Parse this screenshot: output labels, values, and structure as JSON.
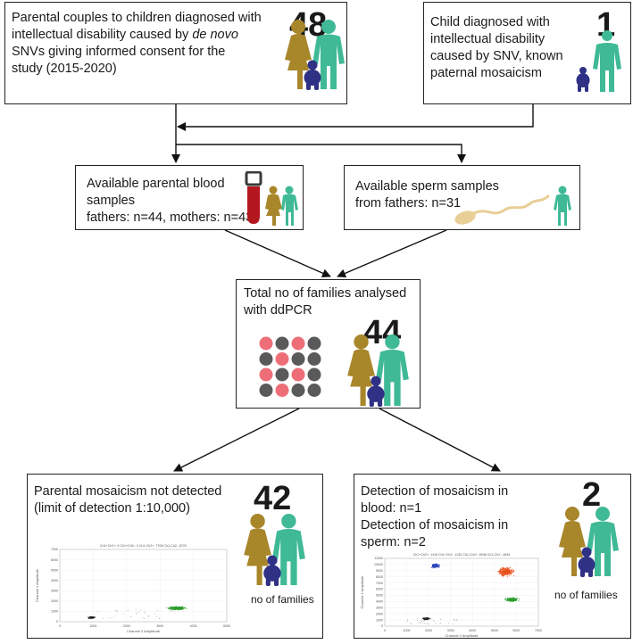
{
  "boxes": {
    "couples": {
      "line1": "Parental couples to children diagnosed with",
      "line2_pre": "intellectual disability caused  by ",
      "line2_em": "de novo",
      "line3": "SNVs giving informed consent for the",
      "line4": "study (2015-2020)",
      "count": "48"
    },
    "child": {
      "line1": "Child diagnosed with",
      "line2": "intellectual disability",
      "line3": "caused by SNV, known",
      "line4": "paternal mosaicism",
      "count": "1"
    },
    "blood": {
      "line1": "Available parental blood",
      "line2": "samples",
      "line3": "fathers: n=44, mothers: n=43"
    },
    "sperm": {
      "line1": "Available sperm samples",
      "line2": "from fathers: n=31"
    },
    "total": {
      "line1": "Total  no of families analysed",
      "line2": "with  ddPCR",
      "count": "44"
    },
    "not_detected": {
      "line1": "Parental mosaicism not detected",
      "line2": "(limit of detection 1:10,000)",
      "count": "42",
      "caption": "no of families"
    },
    "detected": {
      "line1": "Detection of mosaicism in",
      "line2": "blood: n=1",
      "line3": "Detection of mosaicism in",
      "line4": "sperm: n=2",
      "count": "2",
      "caption": "no of families"
    }
  },
  "colors": {
    "father": "#3fb996",
    "mother": "#a8862a",
    "child": "#2e3184",
    "droplet_pink": "#ee6e78",
    "droplet_grey": "#5a5a5a",
    "sperm": "#e8cf96",
    "tube_red": "#b5171f",
    "cluster_black": "#222222",
    "cluster_green": "#2e9e2e",
    "cluster_blue": "#2b44b8",
    "cluster_orange": "#e8501c"
  },
  "plots": {
    "left": {
      "header": "Ch1+Ch2+: 0  Ch1+Ch2-: 0  Ch1-Ch2+: 7706  Ch1-Ch2-: 8720",
      "xlabel": "Channel 2 Amplitude",
      "ylabel": "Channel 1 Amplitude",
      "xticks": [
        "0",
        "1000",
        "2000",
        "3000",
        "4000",
        "5000"
      ],
      "yticks": [
        "0",
        "1000",
        "2000",
        "3000",
        "4000",
        "5000",
        "6000",
        "7000"
      ]
    },
    "right": {
      "header": "Ch1+Ch2+: 1416  Ch1+Ch2-: 1130  Ch1-Ch2+: 6946  Ch1-Ch2-: 4636",
      "xlabel": "Channel 2 Amplitude",
      "ylabel": "Channel 1 Amplitude",
      "xticks": [
        "0",
        "1000",
        "2000",
        "3000",
        "4000",
        "5000",
        "6000",
        "7000"
      ],
      "yticks": [
        "0",
        "1000",
        "2000",
        "3000",
        "4000",
        "5000",
        "6000",
        "7000",
        "8000",
        "9000",
        "10000",
        "11000"
      ]
    }
  }
}
